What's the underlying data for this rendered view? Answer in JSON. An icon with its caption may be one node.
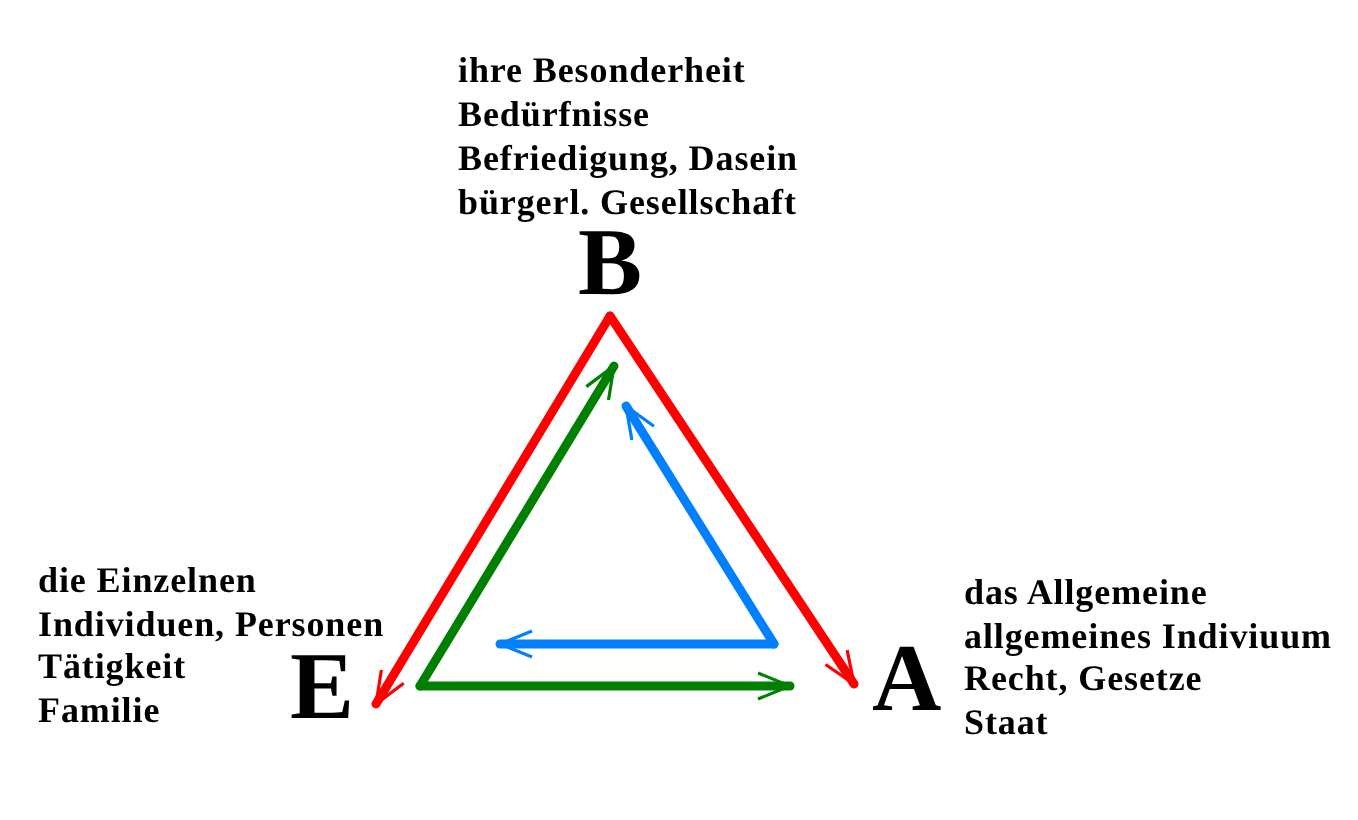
{
  "diagram": {
    "nodes": [
      {
        "text": [
          "B"
        ],
        "beside": [
          "ihre Besonderheit",
          "Bedürfnisse",
          "Befriedigung, Dasein",
          "bürgerl. Gesellschaft"
        ]
      },
      {
        "text": [
          "E"
        ],
        "beside": [
          "die Einzelnen",
          "Individuen, Personen",
          "Tätigkeit",
          "Familie"
        ]
      },
      {
        "text": [
          "A"
        ],
        "beside": [
          "das Allgemeine",
          "allgemeines Indiviuum",
          "Recht, Gesetze",
          "Staat"
        ]
      }
    ],
    "edges": [
      {
        "from": 0,
        "to": 1,
        "arrow": "to",
        "color": "#ff0000"
      },
      {
        "from": 0,
        "to": 2,
        "arrow": "to",
        "color": "#ff0000"
      },
      {
        "from": 1,
        "to": 0,
        "arrow": "to",
        "color": "#008000"
      },
      {
        "from": 1,
        "to": 2,
        "arrow": "to",
        "color": "#008000"
      },
      {
        "from": 2,
        "to": 0,
        "arrow": "to",
        "color": "#0080ff"
      },
      {
        "from": 2,
        "to": 1,
        "arrow": "to",
        "color": "#0080ff"
      }
    ]
  }
}
